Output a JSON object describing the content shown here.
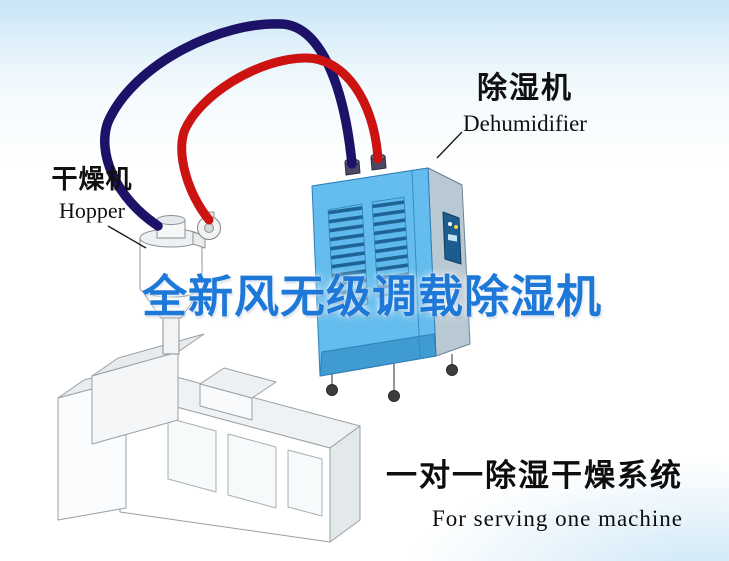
{
  "page": {
    "main_title": "全新风无级调载除湿机"
  },
  "labels": {
    "hopper": {
      "cn": "干燥机",
      "en": "Hopper"
    },
    "dehumidifier": {
      "cn": "除湿机",
      "en": "Dehumidifier"
    }
  },
  "caption": {
    "cn": "一对一除湿干燥系统",
    "en": "For serving one machine"
  },
  "colors": {
    "pipe_blue": "#1c1268",
    "pipe_red": "#cd1212",
    "cabinet_blue": "#64bdee",
    "cabinet_side_gray": "#b9c9d3",
    "title_blue": "#1e78d7",
    "sky_blue": "#c7e5f6",
    "text_black": "#101010"
  }
}
